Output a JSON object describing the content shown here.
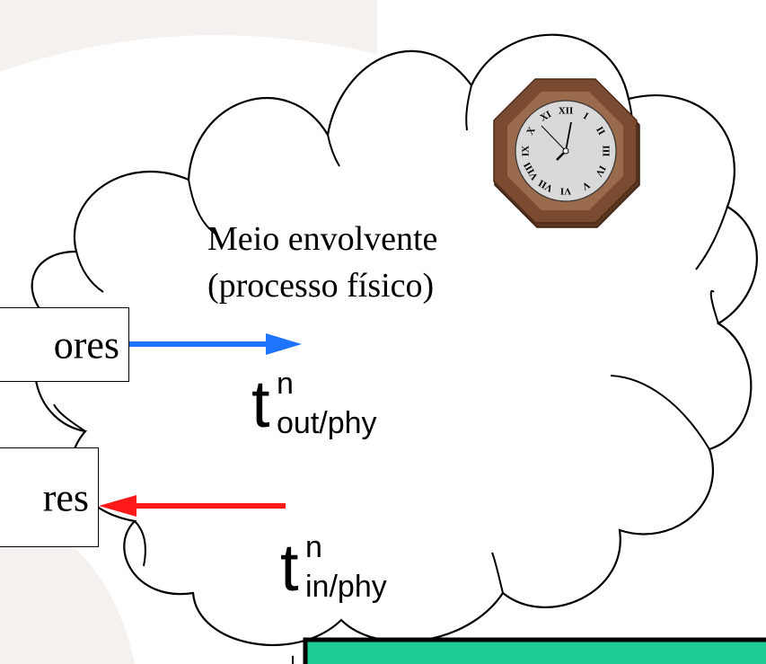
{
  "environment": {
    "title_line1": "Meio envolvente",
    "title_line2": "(processo físico)"
  },
  "left_boxes": {
    "top_text": "ores",
    "bottom_text": "res"
  },
  "times": {
    "out": {
      "base": "t",
      "superscript": "n",
      "subscript": "out/phy"
    },
    "in": {
      "base": "t",
      "superscript": "n",
      "subscript": "in/phy"
    }
  },
  "clock": {
    "icon": "clock-icon",
    "numerals": [
      "XII",
      "I",
      "II",
      "III",
      "IV",
      "V",
      "VI",
      "VII",
      "VIII",
      "IX",
      "X",
      "XI"
    ]
  },
  "arrows": {
    "out_color": "#1e73ff",
    "in_color": "#ff1a1a"
  },
  "colors": {
    "bottom_box": "#1ecb95",
    "clock_frame": "#7a4b31"
  }
}
